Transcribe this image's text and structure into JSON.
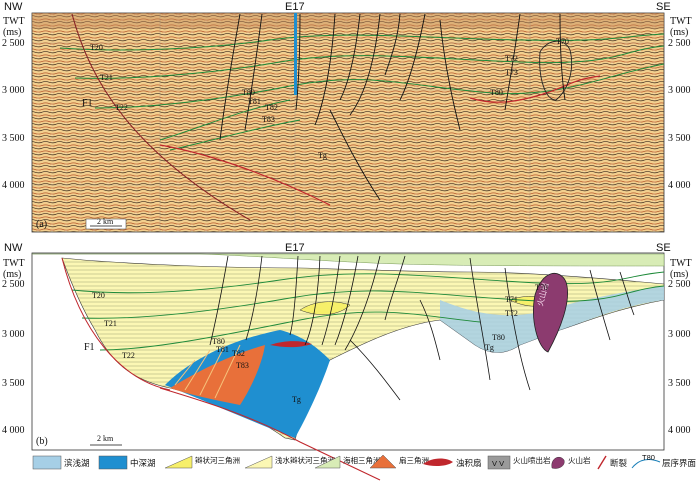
{
  "panel_a": {
    "tag": "(a)",
    "nw": "NW",
    "se": "SE",
    "well": "E17",
    "twt": "TWT",
    "ms": "(ms)",
    "scale": "2 km",
    "fault": "F1",
    "horizons": [
      "T20",
      "T21",
      "T22",
      "T70",
      "T72",
      "T73",
      "T80",
      "T81",
      "T82",
      "T83",
      "Tg"
    ],
    "y_ticks_left": [
      "2 500",
      "3 000",
      "3 500",
      "4 000"
    ],
    "y_ticks_right": [
      "2 500",
      "3 000",
      "3 500",
      "4 000"
    ]
  },
  "panel_b": {
    "tag": "(b)",
    "nw": "NW",
    "se": "SE",
    "well": "E17",
    "twt": "TWT",
    "ms": "(ms)",
    "scale": "2 km",
    "fault": "F1",
    "horizons": [
      "T20",
      "T21",
      "T22",
      "T70",
      "T71",
      "T72",
      "T80",
      "T81",
      "T82",
      "T83",
      "Tg"
    ],
    "volcanic": "火山岩",
    "y_ticks_left": [
      "2 500",
      "3 000",
      "3 500",
      "4 000"
    ],
    "y_ticks_right": [
      "2 500",
      "3 000",
      "3 500",
      "4 000"
    ]
  },
  "legend": [
    {
      "label": "滨浅湖",
      "color": "#a6cfe6",
      "icon": "swatch"
    },
    {
      "label": "中深湖",
      "color": "#1f8fd0",
      "icon": "swatch"
    },
    {
      "label": "辫状河三角洲",
      "color": "#f6ef6a",
      "icon": "wedge"
    },
    {
      "label": "浅水辫状河三角洲",
      "color": "#fbf7b4",
      "icon": "wedge"
    },
    {
      "label": "海相三角洲",
      "color": "#d8ecb6",
      "icon": "wedge"
    },
    {
      "label": "扇三角洲",
      "color": "#e8703a",
      "icon": "fan"
    },
    {
      "label": "浊积扇",
      "color": "#c0272d",
      "icon": "lens"
    },
    {
      "label": "火山喷出岩",
      "color": "#9a9a9a",
      "icon": "vv"
    },
    {
      "label": "火山岩",
      "color": "#8c3b6f",
      "icon": "blob"
    },
    {
      "label": "断裂",
      "color": "#c0272d",
      "icon": "fault"
    },
    {
      "label": "层序界面",
      "color": "#1a7fb8",
      "icon": "boundary",
      "tag": "T80"
    }
  ]
}
